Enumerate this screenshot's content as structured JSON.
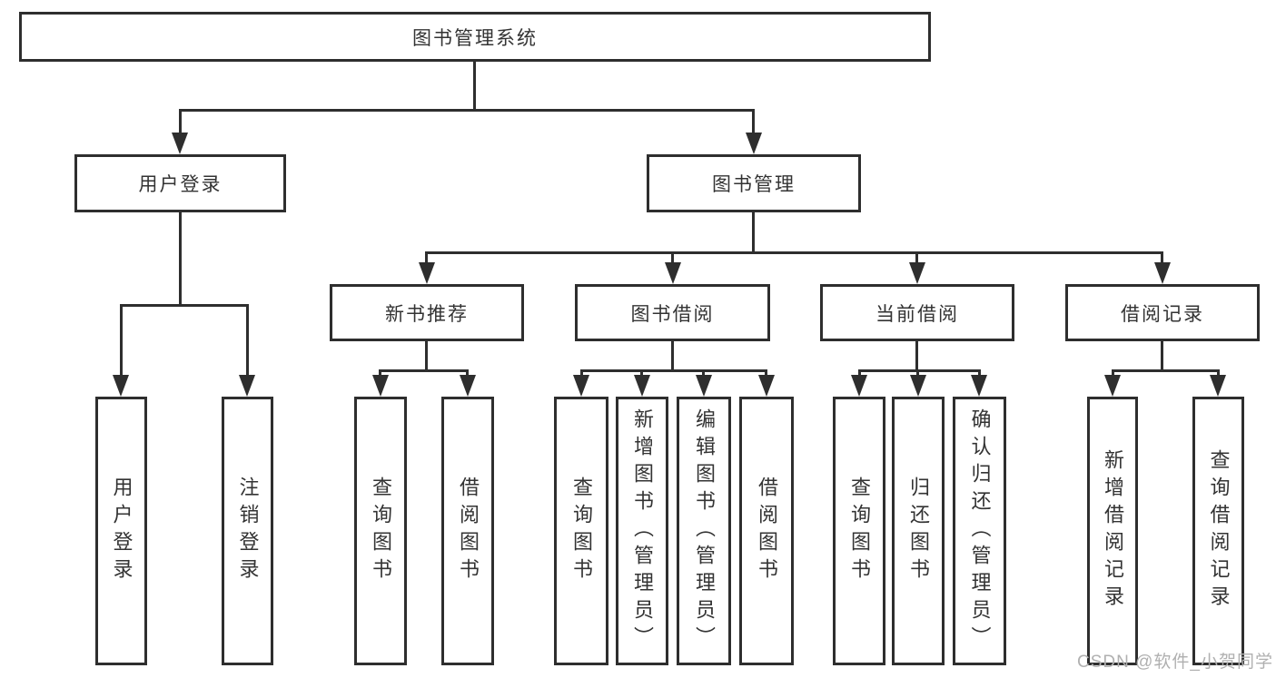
{
  "title": "图书管理系统",
  "watermark": "CSDN @软件_小贺同学",
  "colors": {
    "line": "#2e2e2e",
    "text": "#333333",
    "box_bg": "#ffffff",
    "watermark": "#b0b0b0"
  },
  "tree": {
    "root": "图书管理系统",
    "branches": [
      {
        "label": "用户登录",
        "children": [
          "用户登录",
          "注销登录"
        ]
      },
      {
        "label": "图书管理",
        "children": [
          {
            "label": "新书推荐",
            "children": [
              "查询图书",
              "借阅图书"
            ]
          },
          {
            "label": "图书借阅",
            "children": [
              "查询图书",
              "新增图书（管理员）",
              "编辑图书（管理员）",
              "借阅图书"
            ]
          },
          {
            "label": "当前借阅",
            "children": [
              "查询图书",
              "归还图书",
              "确认归还（管理员）"
            ]
          },
          {
            "label": "借阅记录",
            "children": [
              "新增借阅记录",
              "查询借阅记录"
            ]
          }
        ]
      }
    ]
  }
}
